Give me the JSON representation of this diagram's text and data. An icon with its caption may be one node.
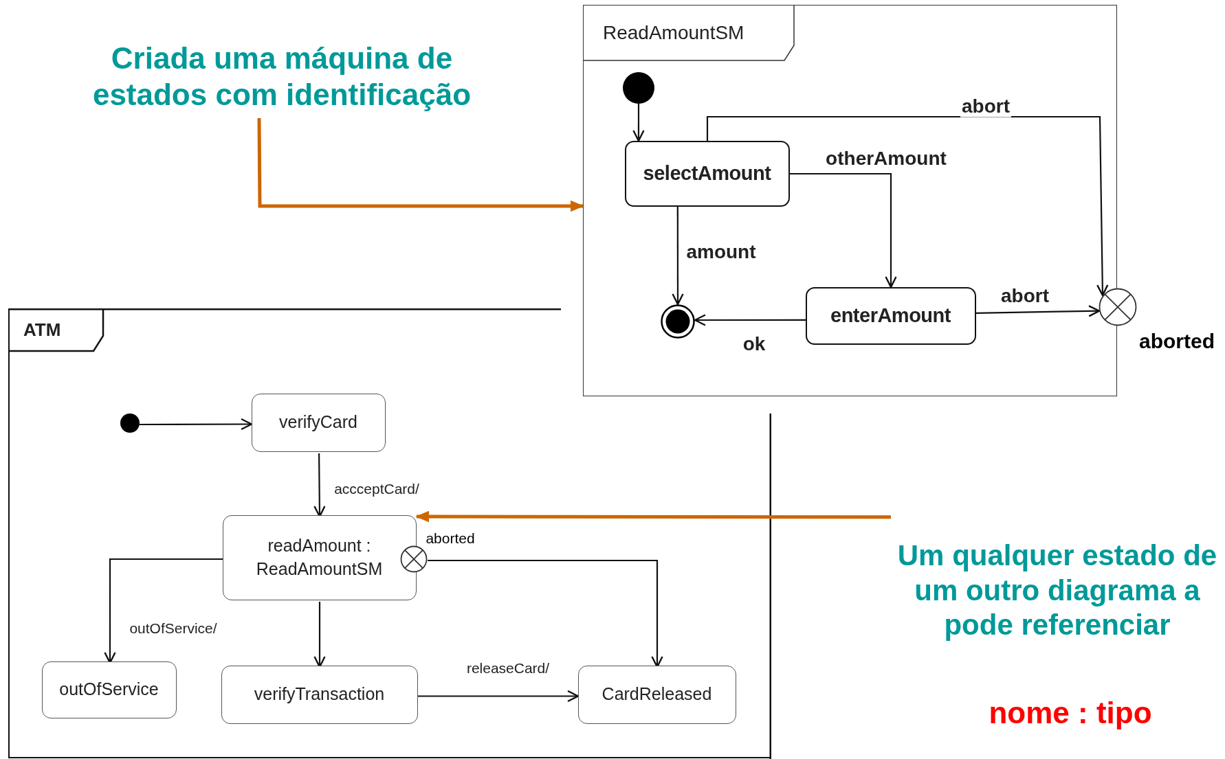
{
  "diagram": {
    "nodes": [
      {
        "text": [
          "ReadAmountSM"
        ]
      },
      {
        "text": [],
        "shape": "dot",
        "in": 0
      },
      {
        "text": [
          "selectAmount"
        ],
        "in": 0
      },
      {
        "text": [],
        "shape": "bullseye",
        "in": 0
      },
      {
        "text": [
          "enterAmount"
        ],
        "in": 0
      },
      {
        "text": [],
        "shape": "circle",
        "beside": [
          "aborted"
        ]
      },
      {
        "text": [
          "ATM"
        ]
      },
      {
        "text": [],
        "shape": "dot",
        "in": 6
      },
      {
        "text": [
          "verifyCard"
        ],
        "in": 6
      },
      {
        "text": [
          "readAmount : ReadAmountSM"
        ],
        "in": 6
      },
      {
        "text": [],
        "shape": "circle",
        "beside": [
          "aborted"
        ],
        "in": 6
      },
      {
        "text": [
          "outOfService"
        ],
        "in": 6
      },
      {
        "text": [
          "verifyTransaction"
        ],
        "in": 6
      },
      {
        "text": [
          "CardReleased"
        ],
        "in": 6
      },
      {
        "text": [
          "Criada uma máquina de estados com identificação"
        ]
      },
      {
        "text": [
          "Um qualquer estado de um outro diagrama a pode referenciar"
        ]
      }
    ],
    "edges": [
      {
        "from": 1,
        "to": 2,
        "arrow": "to"
      },
      {
        "from": 2,
        "to": 5,
        "arrow": "to",
        "label": "abort"
      },
      {
        "from": 2,
        "to": 4,
        "arrow": "to",
        "label": "otherAmount"
      },
      {
        "from": 2,
        "to": 3,
        "arrow": "to",
        "label": "amount"
      },
      {
        "from": 4,
        "to": 3,
        "arrow": "to",
        "label": "ok"
      },
      {
        "from": 4,
        "to": 5,
        "arrow": "to",
        "label": "abort"
      },
      {
        "from": 7,
        "to": 8,
        "arrow": "to"
      },
      {
        "from": 8,
        "to": 9,
        "arrow": "to",
        "label": "accceptCard/"
      },
      {
        "from": 9,
        "to": 11,
        "arrow": "to",
        "label": "outOfService/"
      },
      {
        "from": 9,
        "to": 12,
        "arrow": "to"
      },
      {
        "from": 10,
        "to": 13,
        "arrow": "to"
      },
      {
        "from": 12,
        "to": 13,
        "arrow": "to",
        "label": "releaseCard/"
      },
      {
        "from": 14,
        "to": 0,
        "arrow": "to",
        "style": "thick",
        "color": "#cc6600"
      },
      {
        "from": 15,
        "to": 9,
        "arrow": "to",
        "style": "thick",
        "color": "#cc6600"
      }
    ],
    "labels": [
      "nome : tipo"
    ]
  }
}
